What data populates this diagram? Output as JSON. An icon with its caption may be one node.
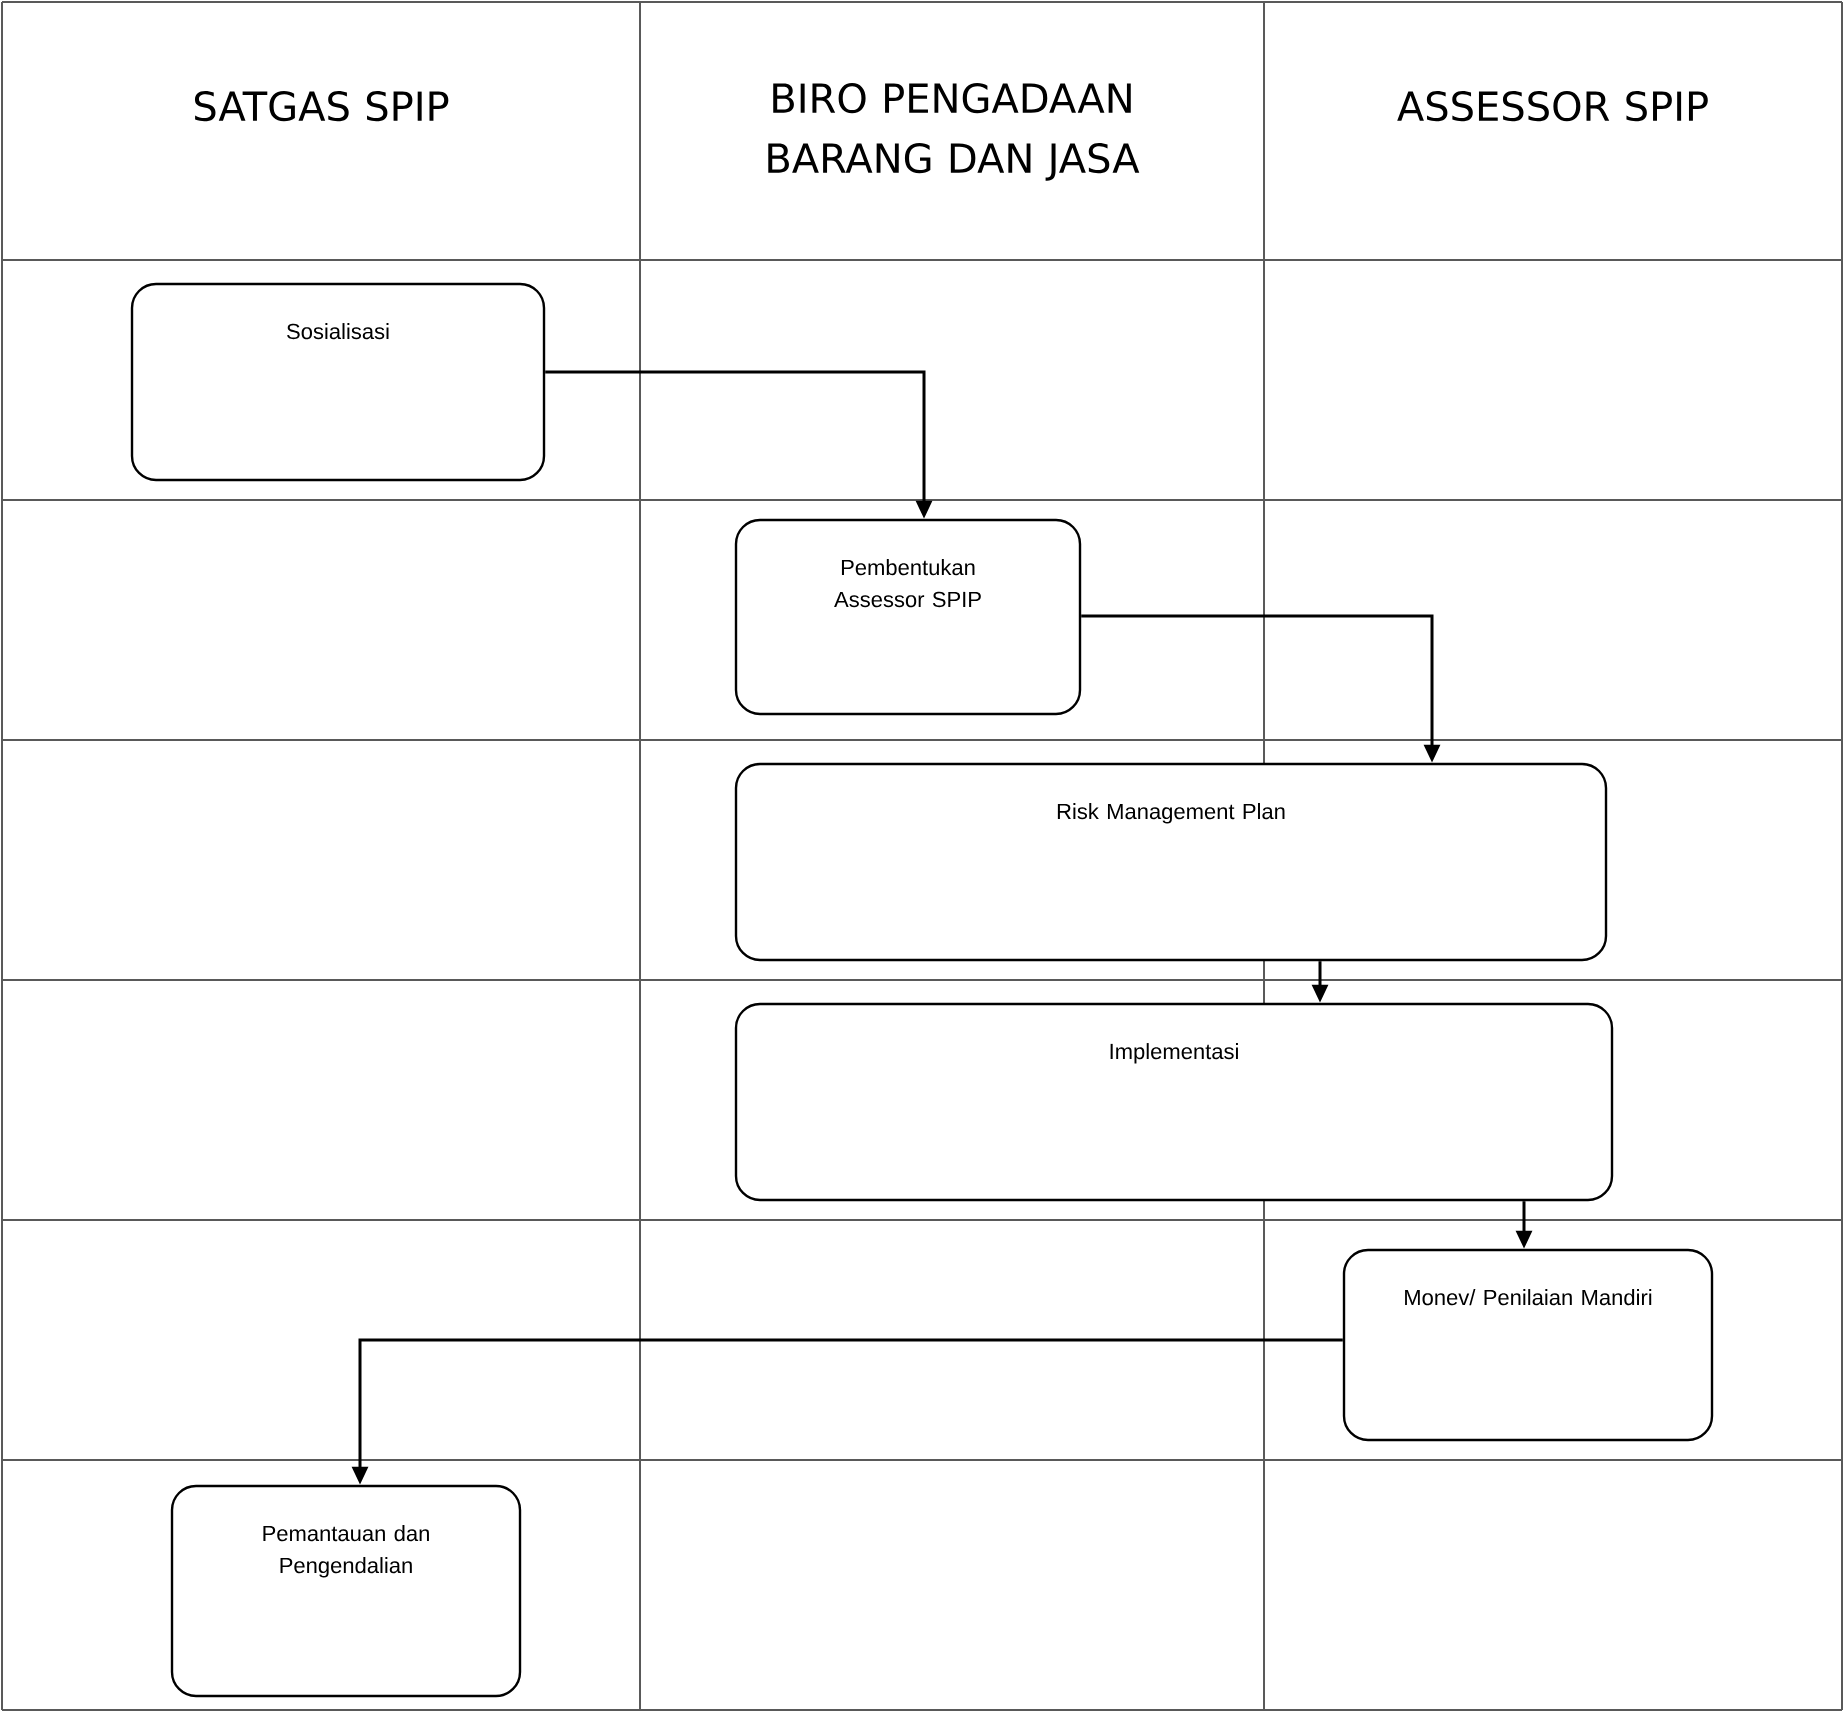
{
  "diagram": {
    "nodes": [
      {
        "text": [
          "Sosialisasi"
        ]
      },
      {
        "text": [
          "Pembentukan Assessor SPIP"
        ]
      },
      {
        "text": [
          "Risk Management Plan"
        ]
      },
      {
        "text": [
          "Implementasi"
        ]
      },
      {
        "text": [
          "Monev/ Penilaian Mandiri"
        ]
      },
      {
        "text": [
          "Pemantauan dan Pengendalian"
        ]
      }
    ],
    "edges": [
      {
        "from": 0,
        "to": 1,
        "arrow": "to"
      },
      {
        "from": 1,
        "to": 2,
        "arrow": "to"
      },
      {
        "from": 2,
        "to": 3,
        "arrow": "to"
      },
      {
        "from": 3,
        "to": 4,
        "arrow": "to"
      },
      {
        "from": 4,
        "to": 5,
        "arrow": "to"
      }
    ],
    "labels": [
      "SATGAS SPIP",
      "BIRO PENGADAAN BARANG DAN JASA",
      "ASSESSOR SPIP"
    ]
  }
}
